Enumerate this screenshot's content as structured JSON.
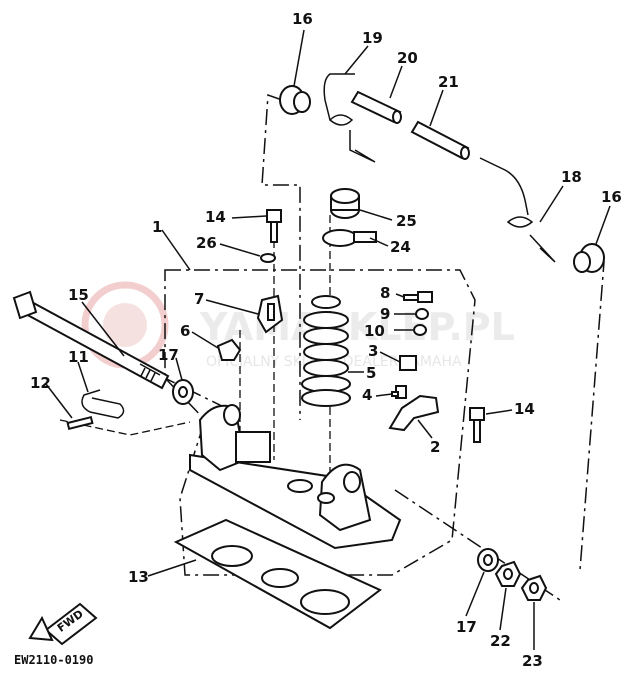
{
  "diagram": {
    "diagram_code": "EW2110-0190",
    "fwd_label": "FWD",
    "watermark": {
      "main": "YAMASKLEP.PL",
      "sub": "OFICJALNY SKLEP – DEALER YAMAHA"
    },
    "callouts": [
      {
        "id": "c16a",
        "label": "16"
      },
      {
        "id": "c19",
        "label": "19"
      },
      {
        "id": "c20",
        "label": "20"
      },
      {
        "id": "c21",
        "label": "21"
      },
      {
        "id": "c18",
        "label": "18"
      },
      {
        "id": "c16b",
        "label": "16"
      },
      {
        "id": "c14a",
        "label": "14"
      },
      {
        "id": "c25",
        "label": "25"
      },
      {
        "id": "c1",
        "label": "1"
      },
      {
        "id": "c26",
        "label": "26"
      },
      {
        "id": "c24",
        "label": "24"
      },
      {
        "id": "c15",
        "label": "15"
      },
      {
        "id": "c7",
        "label": "7"
      },
      {
        "id": "c8",
        "label": "8"
      },
      {
        "id": "c6",
        "label": "6"
      },
      {
        "id": "c9",
        "label": "9"
      },
      {
        "id": "c10",
        "label": "10"
      },
      {
        "id": "c17a",
        "label": "17"
      },
      {
        "id": "c11",
        "label": "11"
      },
      {
        "id": "c3",
        "label": "3"
      },
      {
        "id": "c5",
        "label": "5"
      },
      {
        "id": "c12",
        "label": "12"
      },
      {
        "id": "c4",
        "label": "4"
      },
      {
        "id": "c14b",
        "label": "14"
      },
      {
        "id": "c2",
        "label": "2"
      },
      {
        "id": "c13",
        "label": "13"
      },
      {
        "id": "c17b",
        "label": "17"
      },
      {
        "id": "c22",
        "label": "22"
      },
      {
        "id": "c23",
        "label": "23"
      }
    ]
  }
}
